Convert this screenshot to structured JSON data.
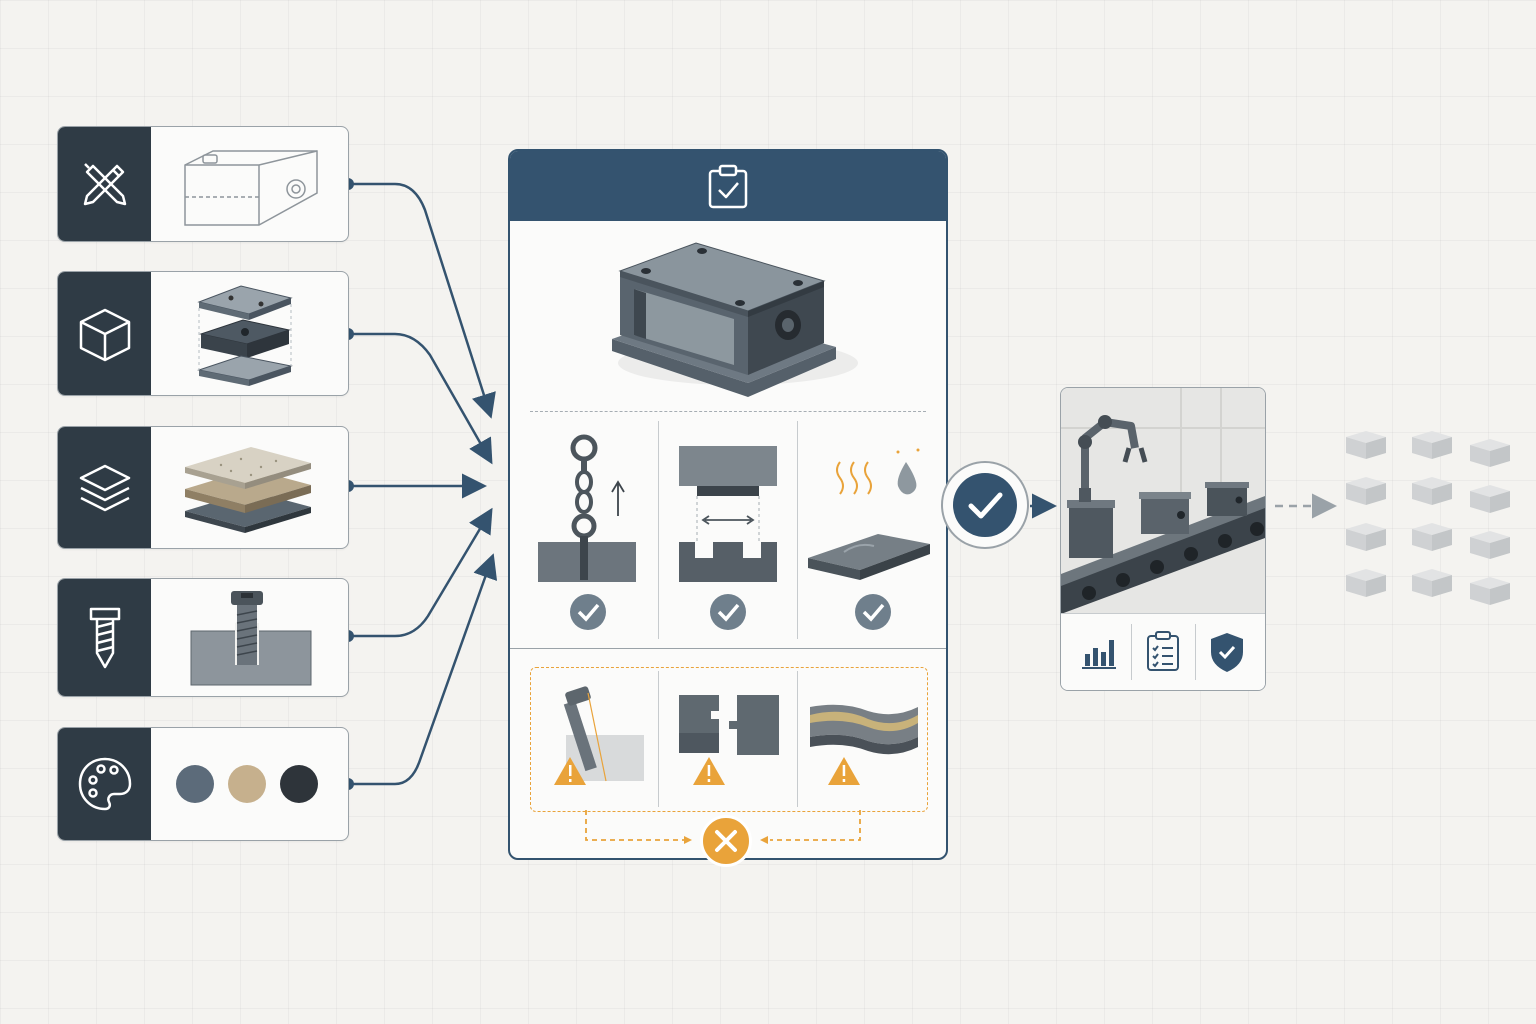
{
  "inputs": [
    {
      "id": "design",
      "icon": "design-tools-icon",
      "art": "wireframe-housing"
    },
    {
      "id": "geometry",
      "icon": "cube-icon",
      "art": "exploded-plates"
    },
    {
      "id": "material",
      "icon": "layers-icon",
      "art": "material-stack"
    },
    {
      "id": "fastener",
      "icon": "screw-icon",
      "art": "bolt-in-block"
    },
    {
      "id": "finish",
      "icon": "palette-icon",
      "art": "color-swatches",
      "swatches": [
        "#5c6b7a",
        "#c6b08d",
        "#2e343a"
      ]
    }
  ],
  "validation": {
    "header_icon": "clipboard-check-icon",
    "checks_passed": [
      "lifting-eye-check",
      "fit-clearance-check",
      "thermal-moisture-check"
    ],
    "failures": [
      "bent-bolt-warning",
      "misaligned-joint-warning",
      "warped-surface-warning"
    ],
    "failure_result": "x-circle-icon"
  },
  "approval": "check-circle-icon",
  "production": {
    "scene": "robotic-assembly-line",
    "buttons": [
      "bar-chart-icon",
      "checklist-icon",
      "shield-check-icon"
    ]
  },
  "output_count": 12,
  "colors": {
    "navy": "#34536f",
    "dark": "#2f3b45",
    "warning": "#e9a33a",
    "check": "#6f7f8c"
  }
}
